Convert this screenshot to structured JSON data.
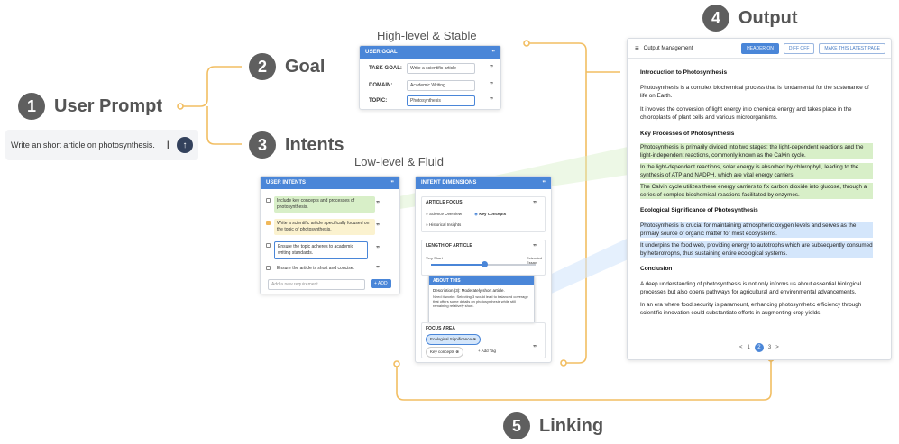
{
  "steps": {
    "user_prompt": {
      "num": "1",
      "label": "User Prompt"
    },
    "goal": {
      "num": "2",
      "label": "Goal"
    },
    "intents": {
      "num": "3",
      "label": "Intents"
    },
    "output": {
      "num": "4",
      "label": "Output"
    },
    "linking": {
      "num": "5",
      "label": "Linking"
    }
  },
  "captions": {
    "high_level": "High-level & Stable",
    "low_level": "Low-level & Fluid"
  },
  "prompt": {
    "text": "Write an short article on photosynthesis.",
    "send_icon": "arrow-up-icon"
  },
  "goal_panel": {
    "title": "USER GOAL",
    "task_label": "TASK GOAL:",
    "task_value": "Write a scientific article",
    "domain_label": "DOMAIN:",
    "domain_value": "Academic Writing",
    "topic_label": "TOPIC:",
    "topic_value": "Photosynthesis"
  },
  "intents_panel": {
    "title": "USER INTENTS",
    "items": [
      "Include key concepts and processes of photosynthesis.",
      "Write a scientific article specifically focused on the topic of photosynthesis.",
      "Ensure the topic adheres to academic writing standards.",
      "Ensure the article is short and concise."
    ],
    "add_placeholder": "Add a new requirement",
    "add_label": "+ ADD"
  },
  "dims_panel": {
    "title": "INTENT DIMENSIONS",
    "focus_title": "ARTICLE FOCUS",
    "focus_options": [
      "Science Overview",
      "Key Concepts",
      "Historical Insights"
    ],
    "length_title": "LENGTH OF ARTICLE",
    "length_left": "Very Short",
    "length_right": "Extended Essay",
    "about_title": "ABOUT THIS",
    "about_desc": "Description (3): Moderately short article.",
    "about_need": "Need it works: Selecting 3 would lead to balanced coverage that offers some details on photosynthesis while still remaining relatively short.",
    "focus_area_title": "FOCUS AREA",
    "tags": [
      "Ecological Significance",
      "Key concepts"
    ],
    "add_tag": "+ Add Tag"
  },
  "output_panel": {
    "title": "Output Management",
    "btn_header": "HEADER ON",
    "btn_diff": "DIFF OFF",
    "btn_latest": "MAKE THIS LATEST PAGE",
    "h1": "Introduction to Photosynthesis",
    "p1": "Photosynthesis is a complex biochemical process that is fundamental for the sustenance of life on Earth.",
    "p2": "It involves the conversion of light energy into chemical energy and takes place in the chloroplasts of plant cells and various microorganisms.",
    "h2": "Key Processes of Photosynthesis",
    "p3": "Photosynthesis is primarily divided into two stages: the light-dependent reactions and the light-independent reactions, commonly known as the Calvin cycle.",
    "p4": "In the light-dependent reactions, solar energy is absorbed by chlorophyll, leading to the synthesis of ATP and NADPH, which are vital energy carriers.",
    "p5": "The Calvin cycle utilizes these energy carriers to fix carbon dioxide into glucose, through a series of complex biochemical reactions facilitated by enzymes.",
    "h3": "Ecological Significance of Photosynthesis",
    "p6": "Photosynthesis is crucial for maintaining atmospheric oxygen levels and serves as the primary source of organic matter for most ecosystems.",
    "p7": "It underpins the food web, providing energy to autotrophs which are subsequently consumed by heterotrophs, thus sustaining entire ecological systems.",
    "h4": "Conclusion",
    "p8": "A deep understanding of photosynthesis is not only informs us about essential biological processes but also opens pathways for agricultural and environmental advancements.",
    "p9": "In an era where food security is paramount, enhancing photosynthetic efficiency through scientific innovation could substantiate efforts in augmenting crop yields.",
    "pages": [
      "<",
      "1",
      "2",
      "3",
      ">"
    ]
  },
  "colors": {
    "accent": "#4a86d8",
    "connector": "#f0b85a",
    "step": "#5f5f5f"
  }
}
